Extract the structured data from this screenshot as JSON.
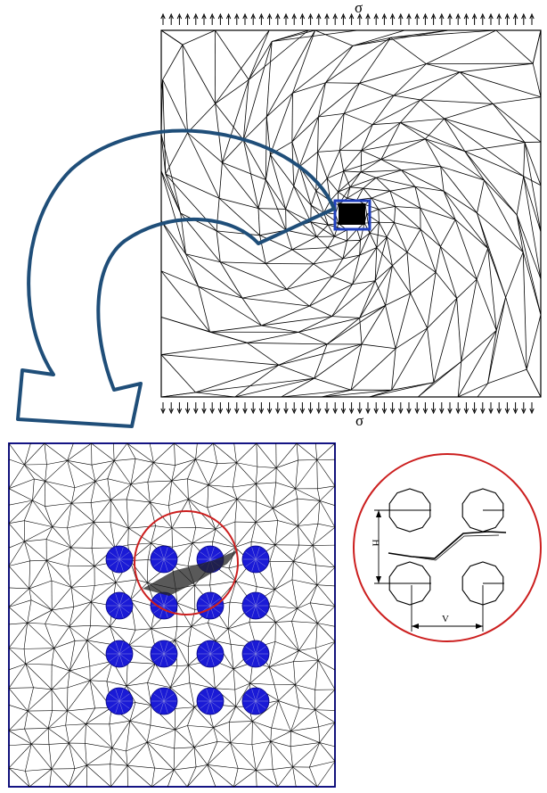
{
  "figure": {
    "load_symbol_top": "σ",
    "load_symbol_bottom": "σ",
    "spacing_labels": {
      "vertical": "H",
      "horizontal": "V"
    },
    "colors": {
      "mesh": "#000000",
      "zoom_box": "#1f3fbf",
      "zoom_arrow": "#1f4e79",
      "inclusions": "#1a1ad6",
      "detail_circle": "#cc1f1f",
      "detail_panel_border": "#1a1ab0"
    },
    "icons": {
      "load_arrows_top": "arrow-up-icon",
      "load_arrows_bottom": "arrow-down-icon"
    }
  }
}
